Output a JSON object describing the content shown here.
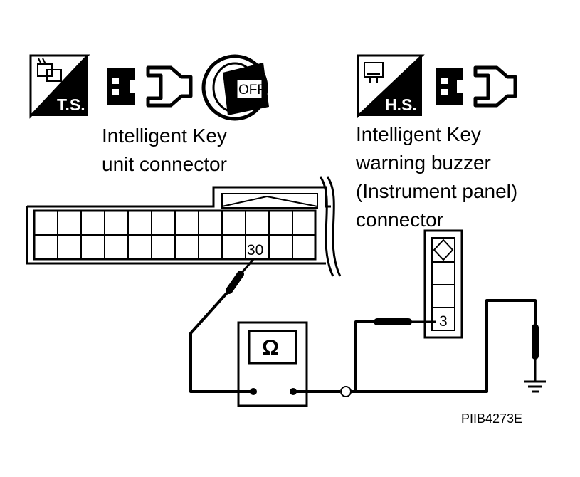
{
  "left_connector": {
    "badge": "T.S.",
    "key_text": "OFF",
    "label_line1": "Intelligent Key",
    "label_line2": "unit connector",
    "pin": "30"
  },
  "right_connector": {
    "badge": "H.S.",
    "label_line1": "Intelligent Key",
    "label_line2": "warning buzzer",
    "label_line3": "(Instrument panel)",
    "label_line4": "connector",
    "pin": "3"
  },
  "meter": {
    "symbol": "Ω"
  },
  "figure_code": "PIIB4273E"
}
